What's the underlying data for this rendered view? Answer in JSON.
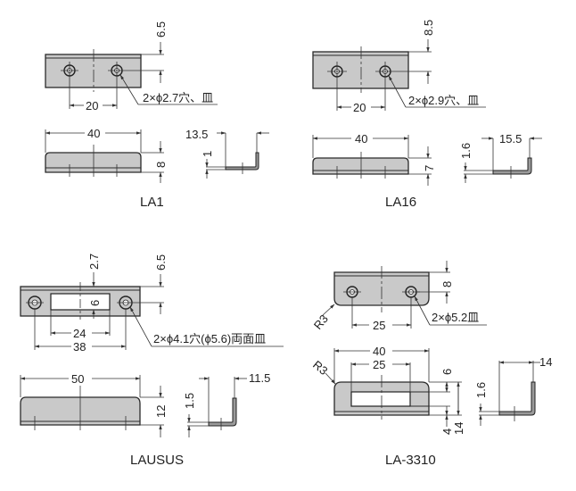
{
  "drawings": [
    {
      "id": "LA1",
      "title": "LA1",
      "top_view": {
        "hole_offset": "6.5",
        "hole_pitch": "20",
        "hole_note": "2×ϕ2.7穴、皿"
      },
      "front_view": {
        "length": "40",
        "height": "8"
      },
      "side_view": {
        "depth": "13.5",
        "thickness": "1"
      }
    },
    {
      "id": "LA16",
      "title": "LA16",
      "top_view": {
        "hole_offset": "8.5",
        "hole_pitch": "20",
        "hole_note": "2×ϕ2.9穴、皿"
      },
      "front_view": {
        "length": "40",
        "height": "7"
      },
      "side_view": {
        "depth": "15.5",
        "thickness": "1.6"
      }
    },
    {
      "id": "LAUSUS",
      "title": "LAUSUS",
      "top_view": {
        "slot_offset": "2.7",
        "hole_offset": "6.5",
        "slot_width": "6",
        "slot_length": "24",
        "hole_pitch": "38",
        "hole_note": "2×ϕ4.1穴(ϕ5.6)両面皿"
      },
      "front_view": {
        "length": "50",
        "height": "12"
      },
      "side_view": {
        "depth": "11.5",
        "thickness": "1.5"
      }
    },
    {
      "id": "LA-3310",
      "title": "LA-3310",
      "top_view": {
        "corner_radius": "R3",
        "hole_offset": "8",
        "hole_pitch": "25",
        "hole_note": "2×ϕ5.2皿"
      },
      "front_view": {
        "corner_radius": "R3",
        "length": "40",
        "window_length": "25",
        "window_height": "6",
        "bottom_margin": "4",
        "height": "14"
      },
      "side_view": {
        "depth": "14",
        "thickness": "1.6"
      }
    }
  ]
}
